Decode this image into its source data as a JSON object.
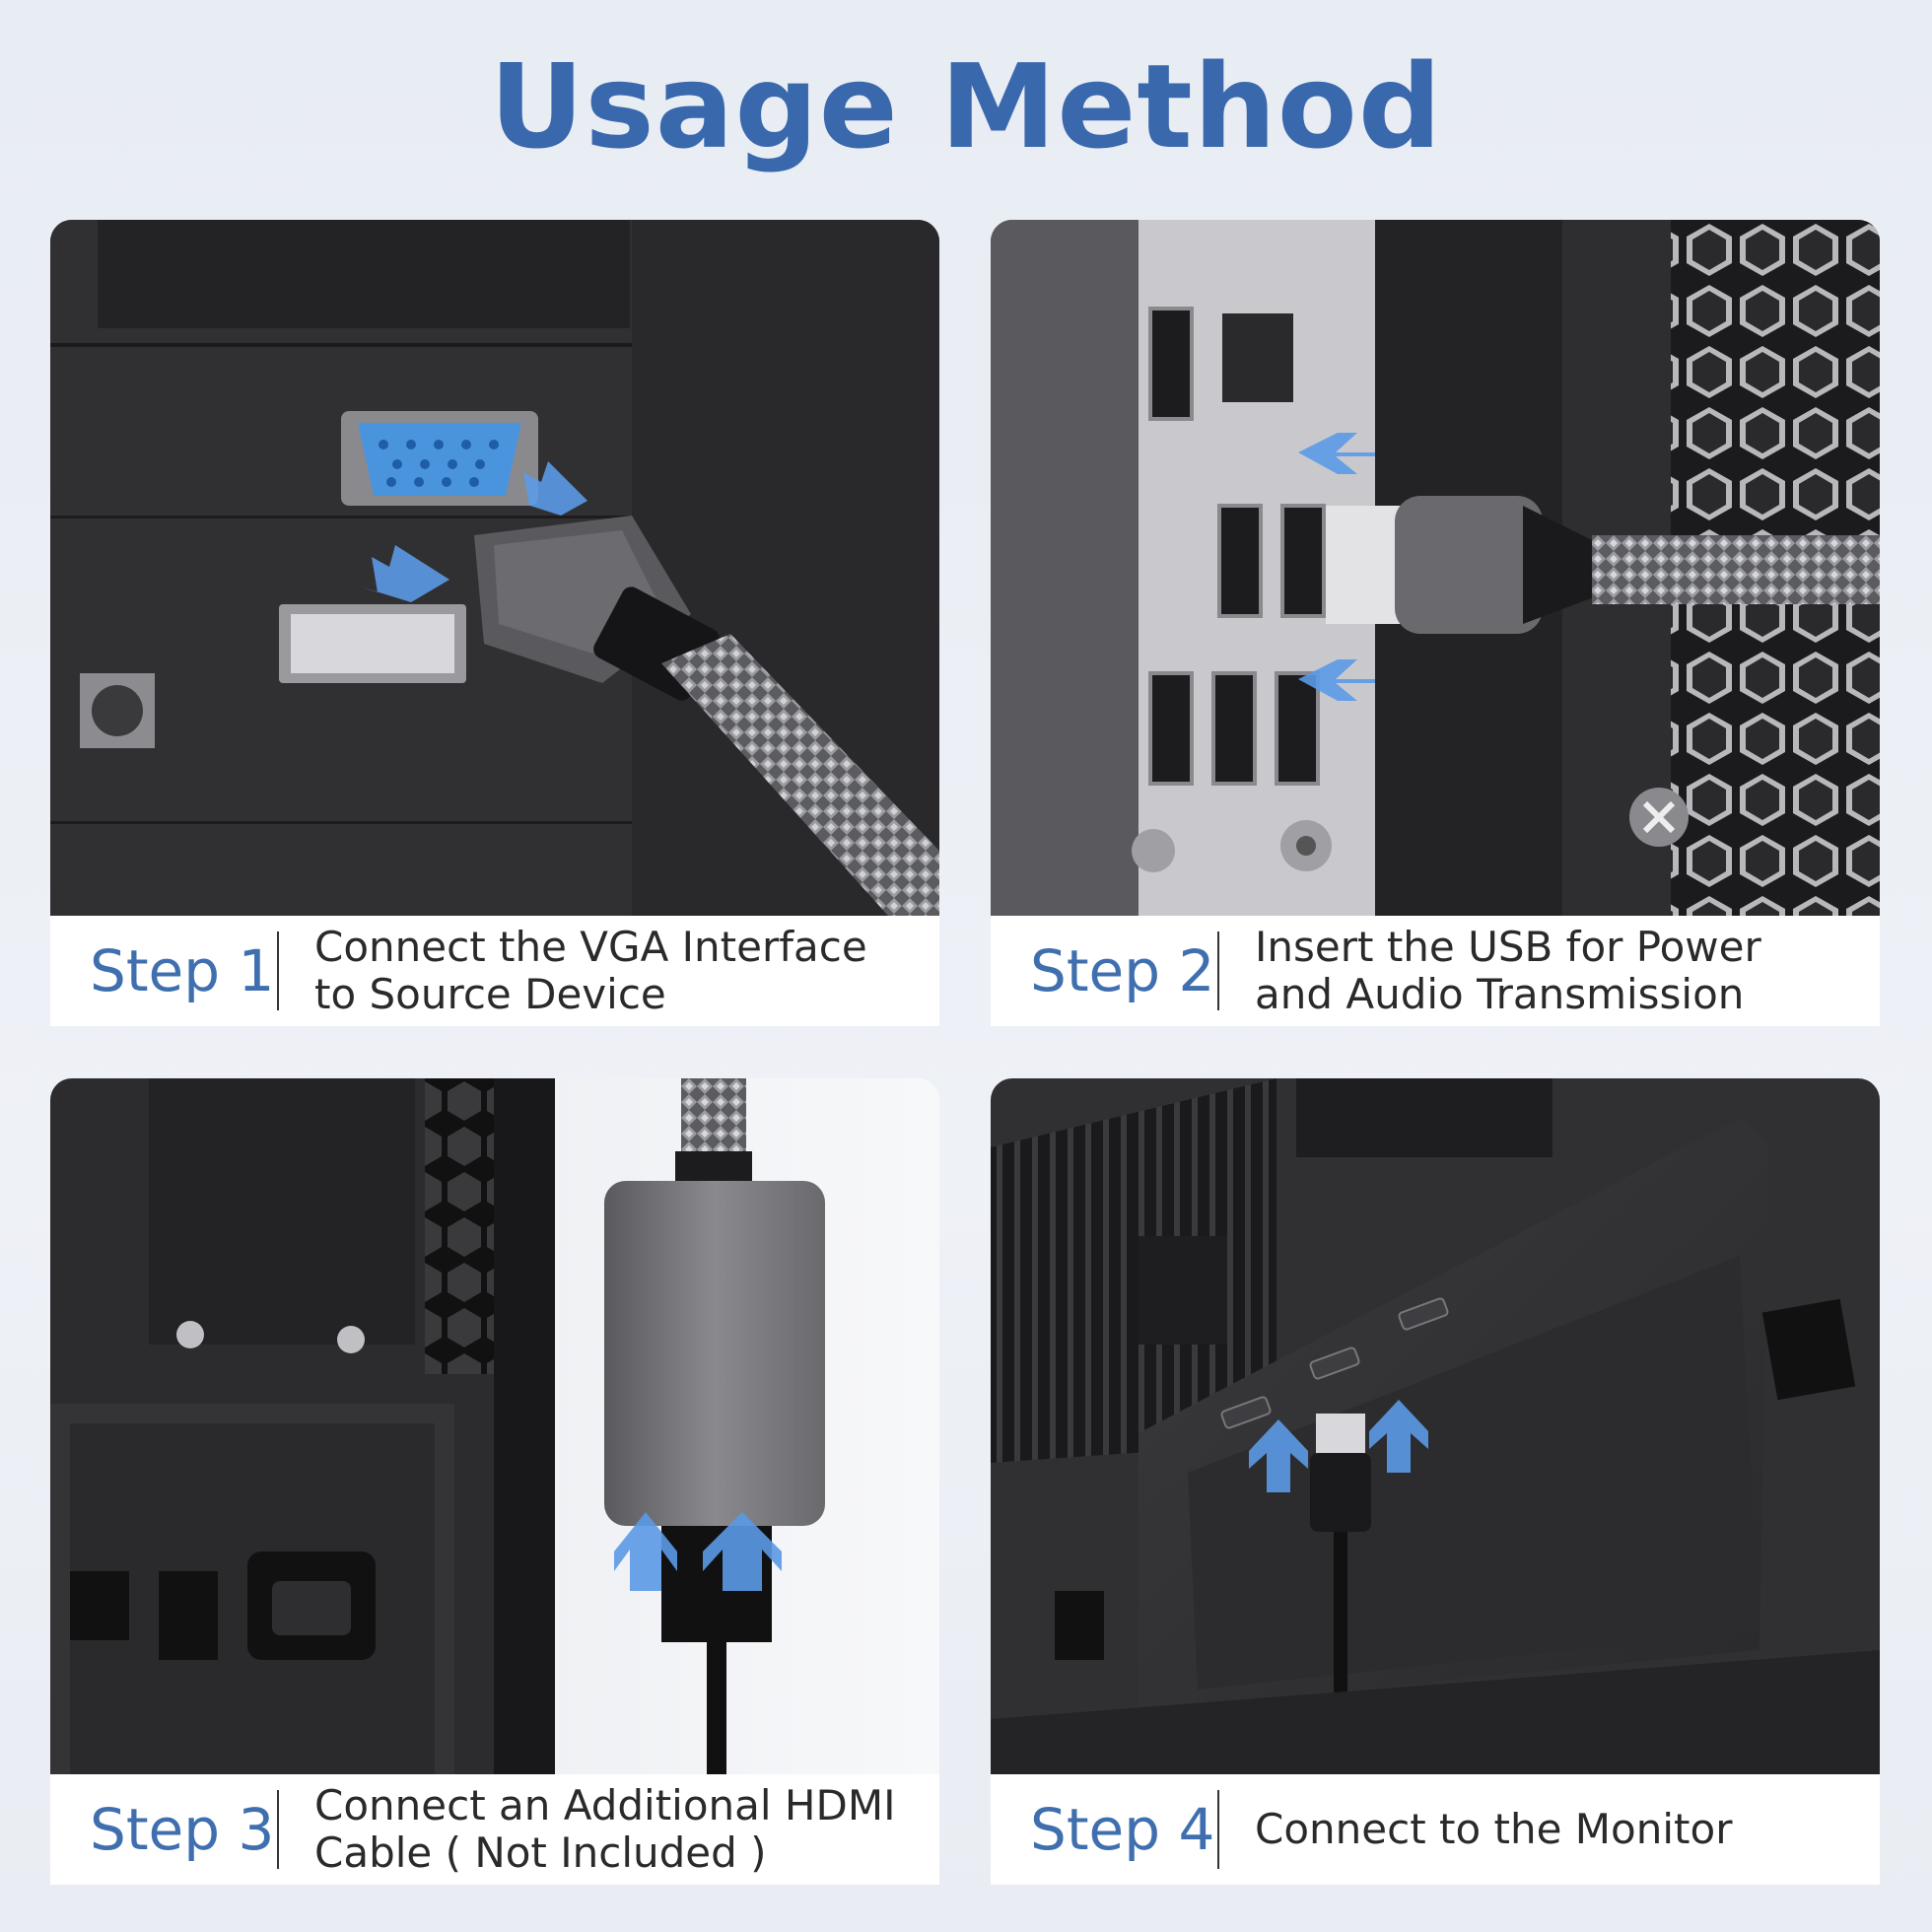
{
  "page": {
    "title": "Usage Method"
  },
  "steps": [
    {
      "label": "Step 1",
      "lines": [
        "Connect the VGA Interface",
        "to Source Device"
      ]
    },
    {
      "label": "Step 2",
      "lines": [
        "Insert the USB for Power",
        "and Audio Transmission"
      ]
    },
    {
      "label": "Step 3",
      "lines": [
        "Connect an Additional HDMI",
        "Cable ( Not Included )"
      ]
    },
    {
      "label": "Step 4",
      "lines": [
        "Connect to the Monitor"
      ]
    }
  ],
  "colors": {
    "title": "#3968ad",
    "step_label": "#3f6fae",
    "arrow": "#5b9ae6",
    "port_blue": "#4a94de"
  }
}
